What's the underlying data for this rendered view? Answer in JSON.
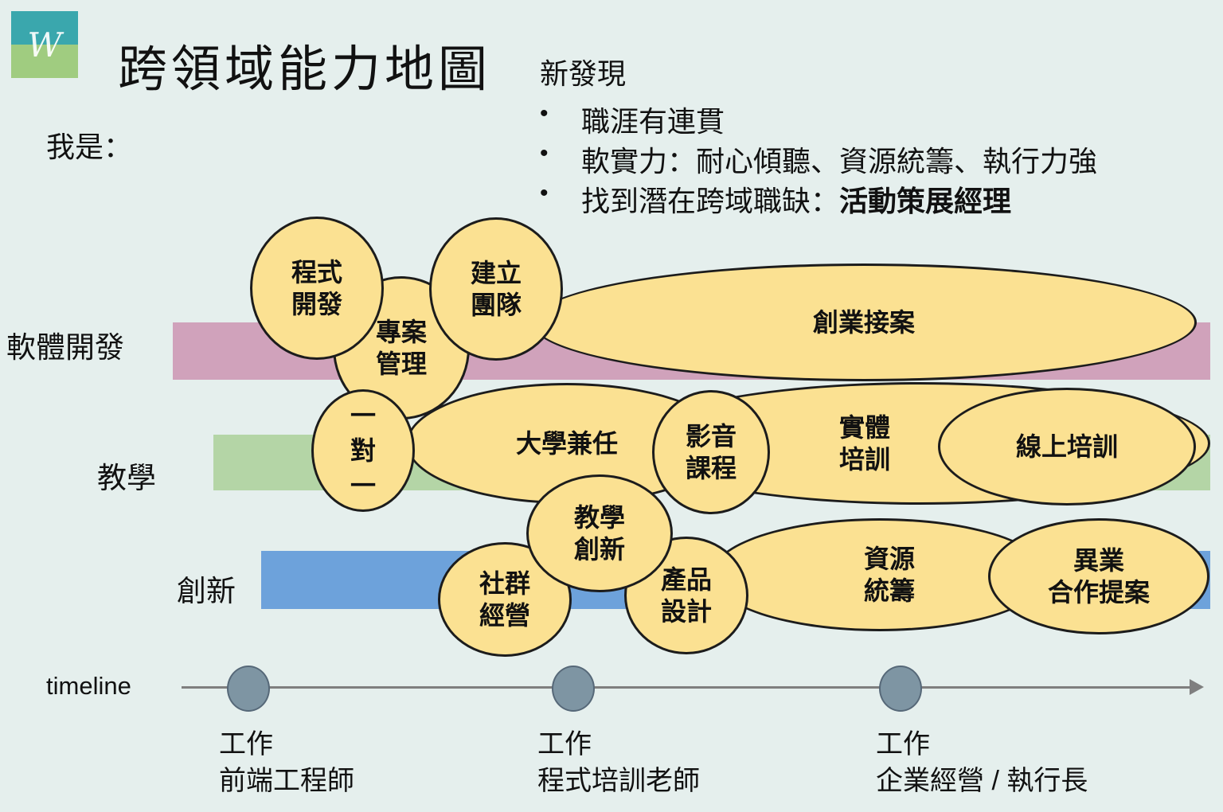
{
  "colors": {
    "bg": "#e5efed",
    "text": "#111111",
    "bar_pink": "#d0a2bb",
    "bar_green": "#b4d5a6",
    "bar_blue": "#6da2db",
    "bubble_fill": "#fbe192",
    "bubble_stroke": "#1c1c1c",
    "dot_fill": "#7e95a3",
    "dot_stroke": "#566878",
    "line_gray": "#7f7f7f",
    "logo_teal": "#3aa7ad",
    "logo_green": "#a0cc80"
  },
  "header": {
    "logo_letter": "W",
    "title": "跨領域能力地圖",
    "i_am_label": "我是："
  },
  "findings": {
    "heading": "新發現",
    "bullet_glyph": "•",
    "bullets": [
      {
        "text": "職涯有連貫",
        "bold": ""
      },
      {
        "text": "軟實力：耐心傾聽、資源統籌、執行力強",
        "bold": ""
      },
      {
        "text": "找到潛在跨域職缺：",
        "bold": "活動策展經理"
      }
    ]
  },
  "rows": [
    {
      "label": "軟體開發"
    },
    {
      "label": "教學"
    },
    {
      "label": "創新"
    }
  ],
  "bubbles": [
    {
      "label": "程式\n開發"
    },
    {
      "label": "專案\n管理"
    },
    {
      "label": "建立\n團隊"
    },
    {
      "label": "創業接案"
    },
    {
      "label": "一\n對\n一"
    },
    {
      "label": "大學兼任"
    },
    {
      "label": "影音\n課程"
    },
    {
      "label": "實體\n培訓"
    },
    {
      "label": "線上培訓"
    },
    {
      "label": "教學\n創新"
    },
    {
      "label": "社群\n經營"
    },
    {
      "label": "產品\n設計"
    },
    {
      "label": "資源\n統籌"
    },
    {
      "label": "異業\n合作提案"
    }
  ],
  "timeline": {
    "label": "timeline",
    "milestones": [
      {
        "line1": "工作",
        "line2": "前端工程師"
      },
      {
        "line1": "工作",
        "line2": "程式培訓老師"
      },
      {
        "line1": "工作",
        "line2": "企業經營 / 執行長"
      }
    ]
  }
}
